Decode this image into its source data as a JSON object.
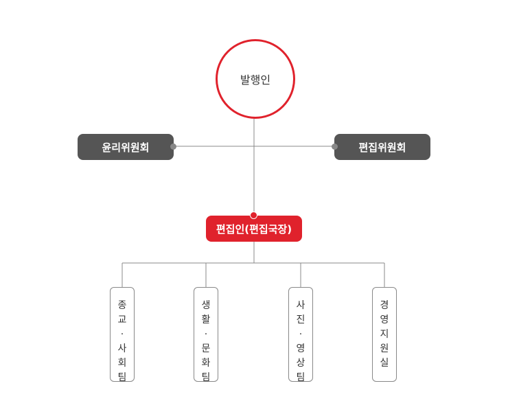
{
  "org_chart": {
    "publisher": {
      "label": "발행인"
    },
    "committees": [
      {
        "label": "윤리위원회"
      },
      {
        "label": "편집위원회"
      }
    ],
    "editor": {
      "label": "편집인(편집국장)"
    },
    "teams": [
      {
        "label": "종교·사회팀"
      },
      {
        "label": "생활·문화팀"
      },
      {
        "label": "사진·영상팀"
      },
      {
        "label": "경영지원실"
      }
    ],
    "colors": {
      "accent": "#e0222c",
      "committee_box": "#555555",
      "line": "#888888"
    }
  }
}
